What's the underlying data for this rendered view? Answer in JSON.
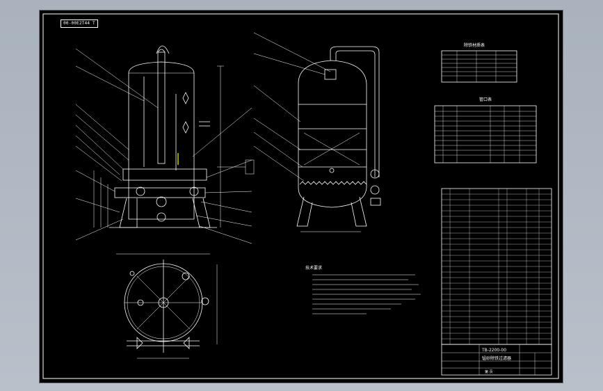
{
  "drawing_number_stamp": "00-00E2T44 T",
  "tables": {
    "material_title": "除铁材质表",
    "nozzle_title": "管口表"
  },
  "notes_title": "技术要求",
  "title_block": {
    "code": "TB-2200-00",
    "name": "锰砂除铁过滤器",
    "sheet_label": "第 页"
  },
  "colors": {
    "sheet": "#000000",
    "line": "#ffffff",
    "accent": "#ffff00",
    "frame_bg": "#a9b2bd"
  }
}
